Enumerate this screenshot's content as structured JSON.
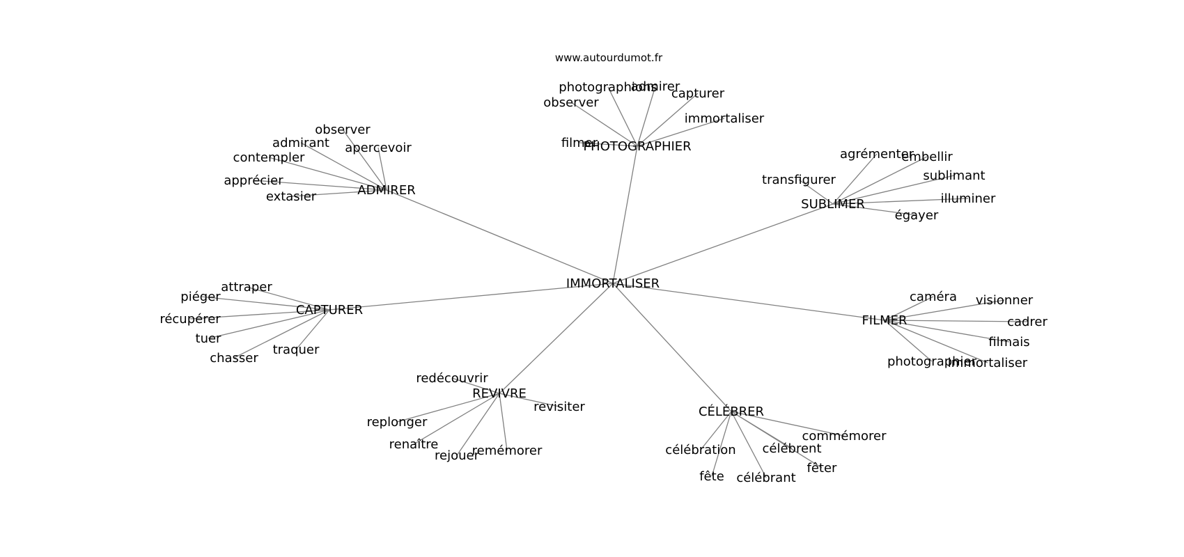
{
  "credit": "www.autourdumot.fr",
  "edge_color": "#808080",
  "text_color": "#000000",
  "center": "IMMORTALISER",
  "hubs": [
    {
      "label": "PHOTOGRAPHIER",
      "words": [
        "photographions",
        "admirer",
        "capturer",
        "observer",
        "immortaliser",
        "filmer"
      ]
    },
    {
      "label": "ADMIRER",
      "words": [
        "observer",
        "admirant",
        "apercevoir",
        "contempler",
        "apprécier",
        "extasier"
      ]
    },
    {
      "label": "SUBLIMER",
      "words": [
        "agrémenter",
        "embellir",
        "transfigurer",
        "sublimant",
        "illuminer",
        "égayer"
      ]
    },
    {
      "label": "CAPTURER",
      "words": [
        "attraper",
        "piéger",
        "récupérer",
        "tuer",
        "chasser",
        "traquer"
      ]
    },
    {
      "label": "FILMER",
      "words": [
        "caméra",
        "visionner",
        "cadrer",
        "filmais",
        "photographier",
        "immortaliser"
      ]
    },
    {
      "label": "REVIVRE",
      "words": [
        "redécouvrir",
        "revisiter",
        "replonger",
        "renaître",
        "rejouer",
        "remémorer"
      ]
    },
    {
      "label": "CÉLÉBRER",
      "words": [
        "commémorer",
        "célébrent",
        "célébration",
        "fêter",
        "fête",
        "célébrant"
      ]
    }
  ]
}
